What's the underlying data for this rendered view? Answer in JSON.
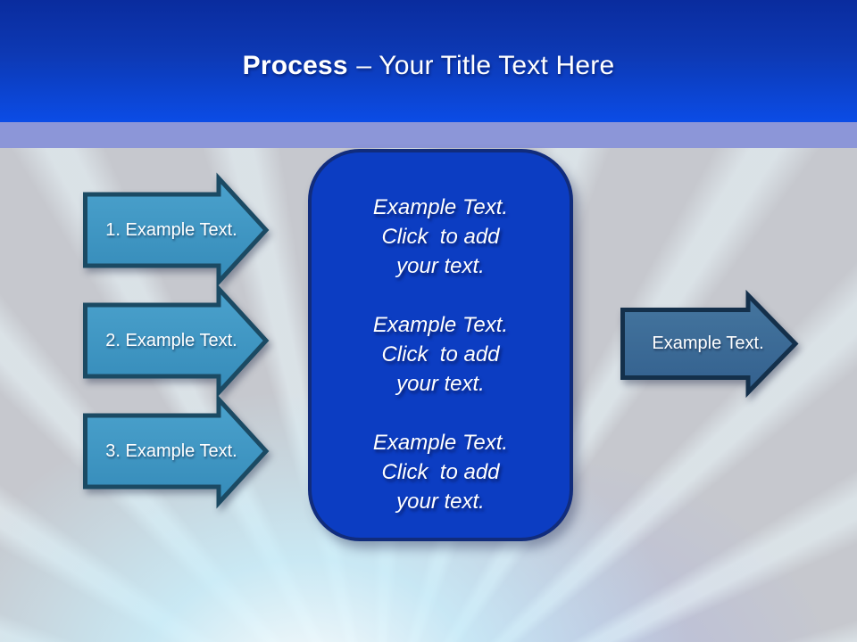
{
  "slide": {
    "title_bold": "Process",
    "title_rest": "– Your Title Text Here"
  },
  "steps": [
    {
      "label": "1. Example Text."
    },
    {
      "label": "2. Example Text."
    },
    {
      "label": "3. Example Text."
    }
  ],
  "center_box": {
    "blocks": [
      {
        "lines": [
          "Example Text.",
          "Click  to add",
          "your text."
        ]
      },
      {
        "lines": [
          "Example Text.",
          "Click  to add",
          "your text."
        ]
      },
      {
        "lines": [
          "Example Text.",
          "Click  to add",
          "your text."
        ]
      }
    ]
  },
  "result_arrow": {
    "label": "Example Text."
  },
  "colors": {
    "header_gradient_top": "#0a2c9e",
    "header_gradient_bottom": "#0b4ce6",
    "accent_band": "#8c96d8",
    "canvas_gray": "#c6c8ce",
    "step_arrow_fill": "#3e95c3",
    "step_arrow_border": "#1b4a63",
    "center_box_fill": "#0c3dc2",
    "center_box_border": "#112c7c",
    "result_arrow_fill": "#3a699a",
    "result_arrow_border": "#14304b",
    "text_white": "#ffffff"
  }
}
